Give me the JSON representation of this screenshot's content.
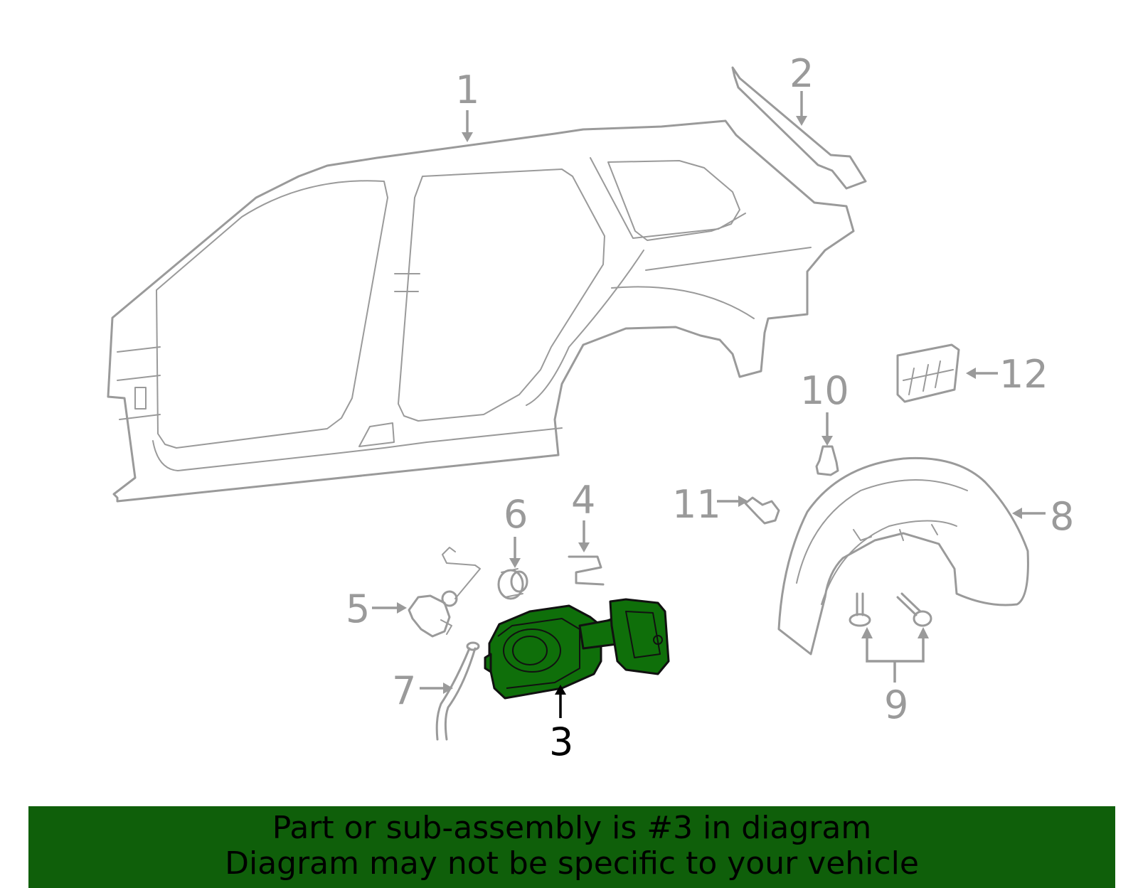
{
  "diagram": {
    "callouts": [
      {
        "id": "1",
        "label": "1"
      },
      {
        "id": "2",
        "label": "2"
      },
      {
        "id": "3",
        "label": "3",
        "highlighted": true
      },
      {
        "id": "4",
        "label": "4"
      },
      {
        "id": "5",
        "label": "5"
      },
      {
        "id": "6",
        "label": "6"
      },
      {
        "id": "7",
        "label": "7"
      },
      {
        "id": "8",
        "label": "8"
      },
      {
        "id": "9",
        "label": "9"
      },
      {
        "id": "10",
        "label": "10"
      },
      {
        "id": "11",
        "label": "11"
      },
      {
        "id": "12",
        "label": "12"
      }
    ]
  },
  "colors": {
    "line_art": "#9a9a9a",
    "highlight_fill": "#0f6f0a",
    "banner_bg": "#0f5f0a",
    "banner_text": "#000000"
  },
  "banner": {
    "line1": "Part or sub-assembly is #3 in diagram",
    "line2": "Diagram may not be specific to your vehicle"
  }
}
